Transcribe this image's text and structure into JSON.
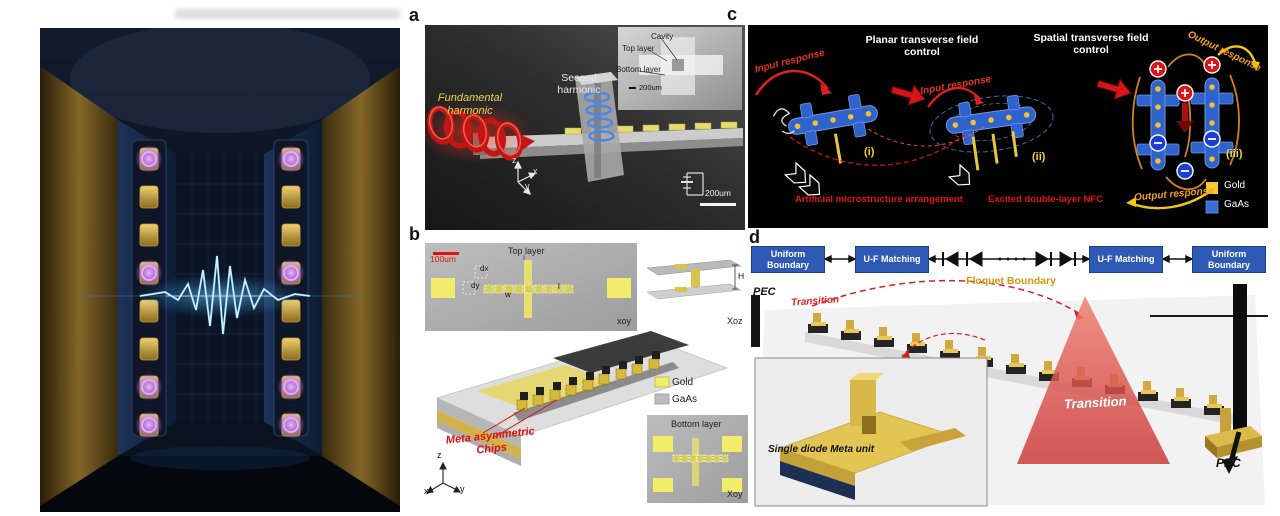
{
  "a": {
    "label": "a",
    "fundamental_harmonic": "Fundamental harmonic",
    "second_harmonic": "Second harmonic",
    "inset_cavity": "Cavity",
    "inset_top_layer": "Top layer",
    "inset_bottom_layer": "Bottom layer",
    "inset_scale": "200um",
    "scale_bar": "200um",
    "axis_z": "z",
    "axis_x": "x",
    "axis_y": "y"
  },
  "b": {
    "label": "b",
    "scale_bar": "100um",
    "top_layer": "Top layer",
    "dim_dx": "dx",
    "dim_dy": "dy",
    "dim_w": "w",
    "dim_l": "l",
    "plane_xoy": "xoy",
    "plane_xoz": "Xoz",
    "dim_h": "H",
    "legend": [
      {
        "label": "Gold",
        "color": "#f2ec6a"
      },
      {
        "label": "GaAs",
        "color": "#bdbdbd"
      }
    ],
    "meta_chips": "Meta asymmetric Chips",
    "bottom_layer": "Bottom layer",
    "plane_xoy_cap": "Xoy",
    "axis_x": "x",
    "axis_y": "y",
    "axis_z": "z"
  },
  "c": {
    "label": "c",
    "planar_control": "Planar transverse field control",
    "spatial_control": "Spatial transverse field control",
    "input_response": "Input response",
    "input_response_2": "Input response",
    "output_response": "Output response",
    "output_response_2": "Output response",
    "marker_i": "(i)",
    "marker_ii": "(ii)",
    "marker_iii": "(iii)",
    "artificial": "Artificial microstructure arrangement",
    "excited": "Excited double-layer NFC",
    "legend": [
      {
        "label": "Gold",
        "color": "#f2c830"
      },
      {
        "label": "GaAs",
        "color": "#3a6bd6"
      }
    ]
  },
  "d": {
    "label": "d",
    "boxes": [
      "Uniform Boundary",
      "U-F Matching",
      "U-F Matching",
      "Uniform Boundary"
    ],
    "floquet": "Floquet Boundary",
    "pec_left": "PEC",
    "pec_right": "PEC",
    "transition_small": "Transition",
    "transition_big": "Transition",
    "inset_label": "Single diode Meta unit"
  },
  "colors": {
    "gold": "#e8d44d",
    "gaas_gray": "#bdbdbd",
    "gaas_blue": "#3a6bd6",
    "accent_red": "#e02020",
    "box_blue": "#2e59b5"
  }
}
